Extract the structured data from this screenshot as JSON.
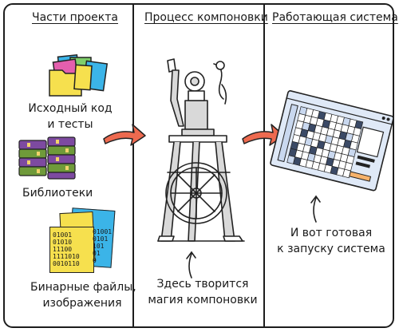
{
  "columns": {
    "parts": {
      "title": "Части проекта",
      "items": [
        {
          "icon": "source-code-tests-icon",
          "label_line1": "Исходный код",
          "label_line2": "и тесты"
        },
        {
          "icon": "libraries-books-icon",
          "label_line1": "Библиотеки"
        },
        {
          "icon": "binary-files-icon",
          "label_line1": "Бинарные файлы,",
          "label_line2": "изображения"
        }
      ]
    },
    "process": {
      "title": "Процесс компоновки",
      "caption_line1": "Здесь творится",
      "caption_line2": "магия компоновки"
    },
    "system": {
      "title": "Работающая система",
      "caption_line1": "И вот готовая",
      "caption_line2": "к запуску система"
    }
  },
  "binary_text": {
    "yellow": [
      "01001",
      "01010",
      "11100",
      "1111010",
      "0010110"
    ],
    "blue": [
      "01001",
      "0101",
      "101",
      "01",
      "0"
    ]
  },
  "colors": {
    "arrow": "#ee6a4f",
    "folder_yellow": "#f6e04e",
    "folder_pink": "#e45fae",
    "folder_blue": "#3bb4e8",
    "folder_green": "#7fcf6a",
    "book_purple": "#7d4aa0",
    "book_green": "#6f9a3a",
    "screen_blue": "#dfe9f7",
    "machine_gray": "#d9d9d9"
  }
}
